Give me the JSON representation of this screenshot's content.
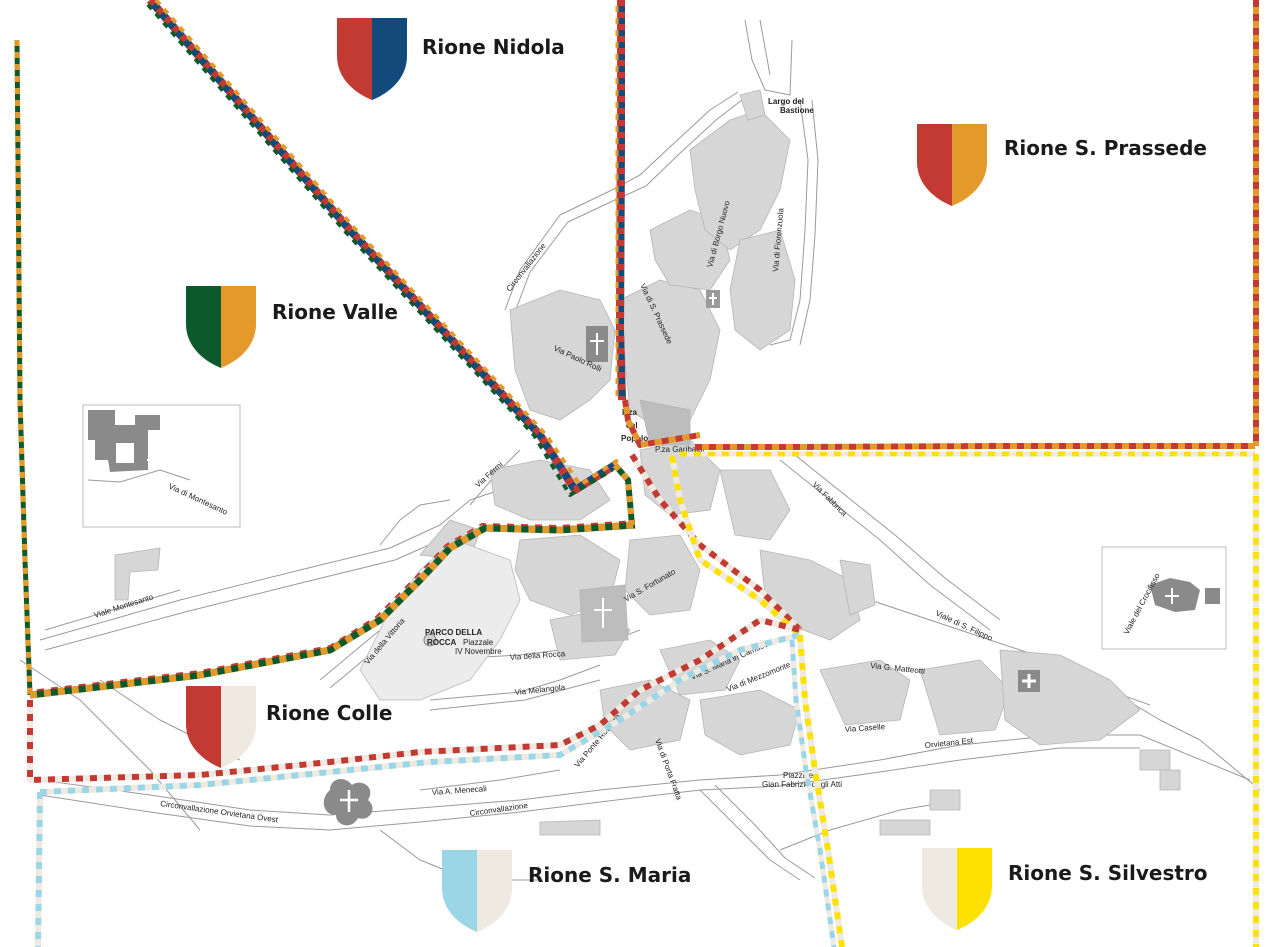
{
  "colors": {
    "red": "#c23a32",
    "blue": "#134a7c",
    "orange": "#e49a2b",
    "green": "#0c5a2c",
    "cream": "#eeeae2",
    "lightblue": "#9bd6e6",
    "yellow": "#ffe100",
    "building": "#d6d6d6",
    "street": "#9a9a9a"
  },
  "rioni": [
    {
      "label": "Rione Nidola",
      "color_left": "#c23a32",
      "color_right": "#134a7c"
    },
    {
      "label": "Rione S. Prassede",
      "color_left": "#c23a32",
      "color_right": "#e49a2b"
    },
    {
      "label": "Rione Valle",
      "color_left": "#0c5a2c",
      "color_right": "#e49a2b"
    },
    {
      "label": "Rione Colle",
      "color_left": "#c23a32",
      "color_right": "#eeeae2"
    },
    {
      "label": "Rione S. Maria",
      "color_left": "#9bd6e6",
      "color_right": "#eeeae2"
    },
    {
      "label": "Rione S. Silvestro",
      "color_left": "#eeeae2",
      "color_right": "#ffe100"
    }
  ],
  "places": {
    "largo": "Largo del",
    "bastione": "Bastione",
    "parco_1": "PARCO DELLA",
    "parco_2": "ROCCA",
    "piazzale_1": "Piazzale",
    "piazzale_2": "IV Novembre",
    "pza_popolo_1": "P.za",
    "pza_popolo_2": "del",
    "pza_popolo_3": "Popolo",
    "pza_garibaldi": "P.za Garibaldi",
    "gian_fabrizio_1": "Piazzale",
    "gian_fabrizio_2": "Gian Fabrizio degli Atti"
  },
  "streets": {
    "circonvallazione_nord": "Circonvallazione",
    "via_borgo_nuovo": "Via di Borgo Nuovo",
    "via_fiorenzuola": "Via di Fiorenzuola",
    "via_prassede": "Via di S. Prassede",
    "via_paolo_rolli": "Via Paolo Rolli",
    "via_montesanto": "Via di Montesanto",
    "viale_montesanto": "Viale Montesanto",
    "via_fermi": "Via Fermi",
    "via_vittorie": "Via della Vittoria",
    "via_rocca": "Via della Rocca",
    "via_melangola": "Via Melangola",
    "via_s_fortunato": "Via S. Fortunato",
    "via_mezzomonte": "Via di Mezzomonte",
    "via_s_maria": "Via S. Maria in Camuccia",
    "via_matteotti": "Via G. Matteotti",
    "viale_s_filippo": "Viale di S. Filippo",
    "via_fabbrica": "Via Fabbrica",
    "viale_crocifisso": "Viale del Crocifisso",
    "via_menecali": "Via A. Menecali",
    "circonvallazione_sud": "Circonvallazione",
    "circ_orvietana_ovest": "Circonvallazione Orvietana Ovest",
    "via_caselle": "Via Caselle",
    "orvietana_est": "Orvietana Est",
    "via_porta_fratta": "Via di Porta Fratta",
    "via_ponte_roccaro": "Via Ponte Roccaro"
  }
}
